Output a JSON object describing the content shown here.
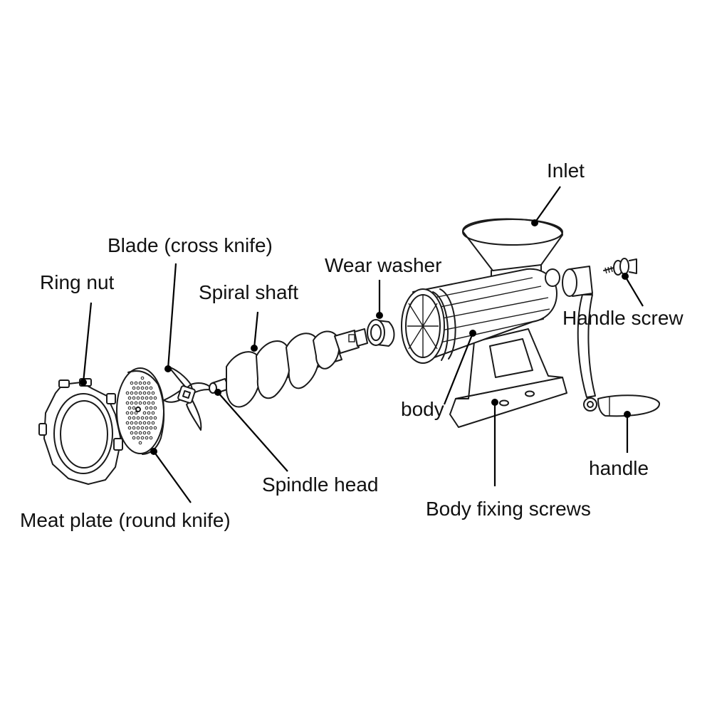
{
  "labels": {
    "inlet": "Inlet",
    "blade": "Blade (cross knife)",
    "wear_washer": "Wear washer",
    "ring_nut": "Ring nut",
    "spiral_shaft": "Spiral shaft",
    "handle_screw": "Handle screw",
    "body": "body",
    "handle": "handle",
    "spindle_head": "Spindle head",
    "body_fixing_screws": "Body fixing screws",
    "meat_plate": "Meat plate (round knife)"
  },
  "colors": {
    "line": "#1a1a1a",
    "background": "#ffffff"
  }
}
